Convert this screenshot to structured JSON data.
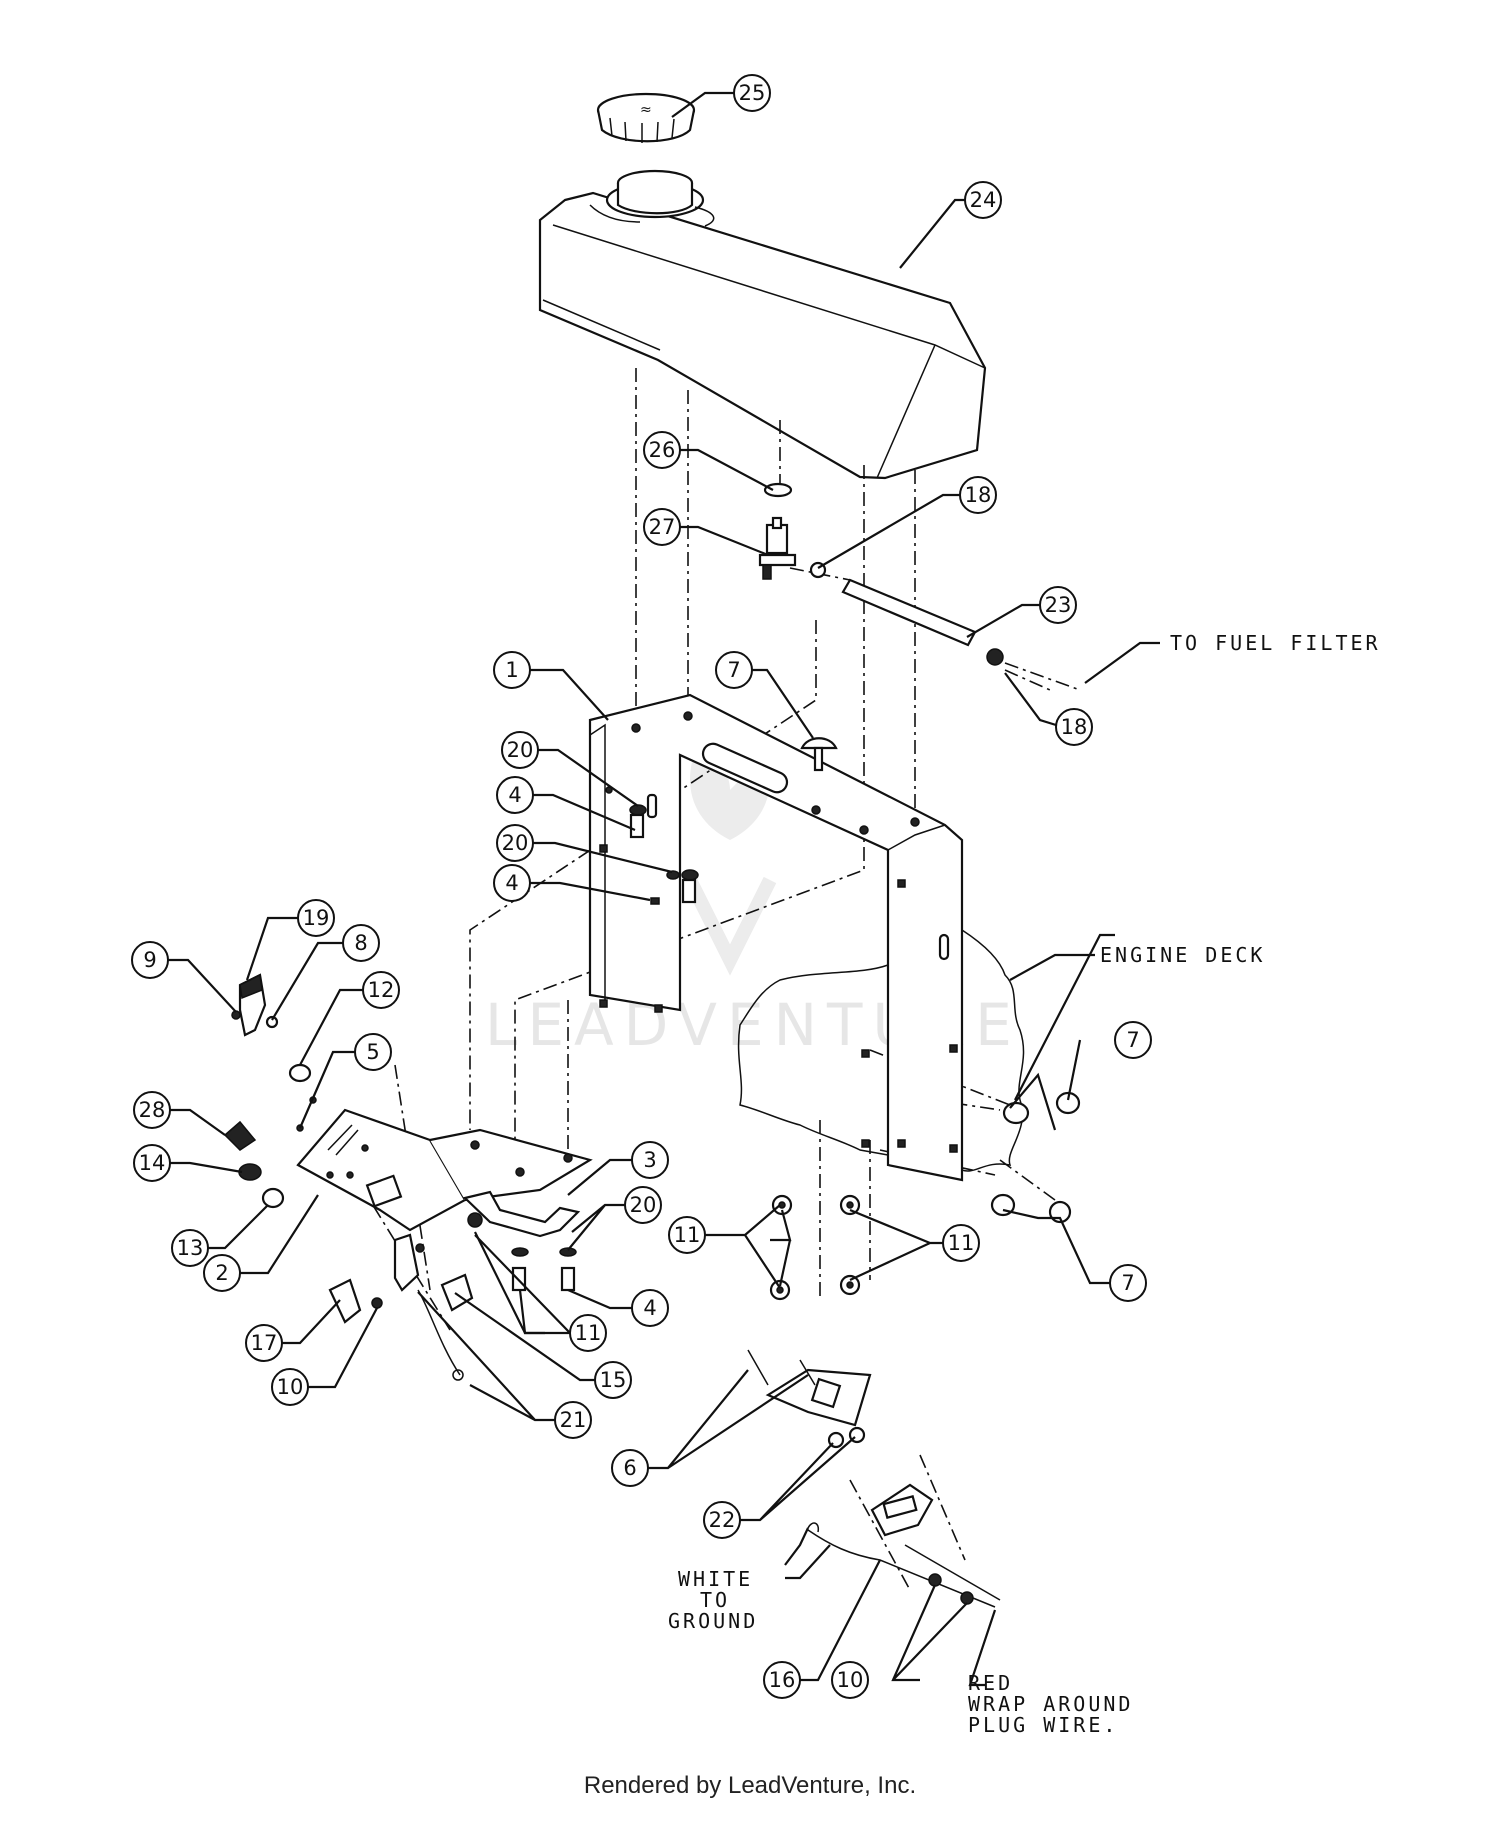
{
  "diagram": {
    "callouts": [
      "25",
      "24",
      "26",
      "18",
      "27",
      "23",
      "18",
      "1",
      "7",
      "20",
      "4",
      "20",
      "4",
      "19",
      "9",
      "8",
      "12",
      "5",
      "28",
      "14",
      "13",
      "2",
      "3",
      "20",
      "11",
      "11",
      "17",
      "10",
      "4",
      "11",
      "15",
      "21",
      "7",
      "7",
      "6",
      "22",
      "16",
      "10"
    ],
    "notes": {
      "fuel_filter": "TO FUEL FILTER",
      "engine_deck": "ENGINE DECK",
      "white_line1": "WHITE",
      "white_line2": "TO",
      "white_line3": "GROUND",
      "red_line1": "RED",
      "red_line2": "WRAP AROUND",
      "red_line3": "PLUG WIRE."
    },
    "watermark": "LEADVENTURE"
  },
  "footer": "Rendered by LeadVenture, Inc."
}
